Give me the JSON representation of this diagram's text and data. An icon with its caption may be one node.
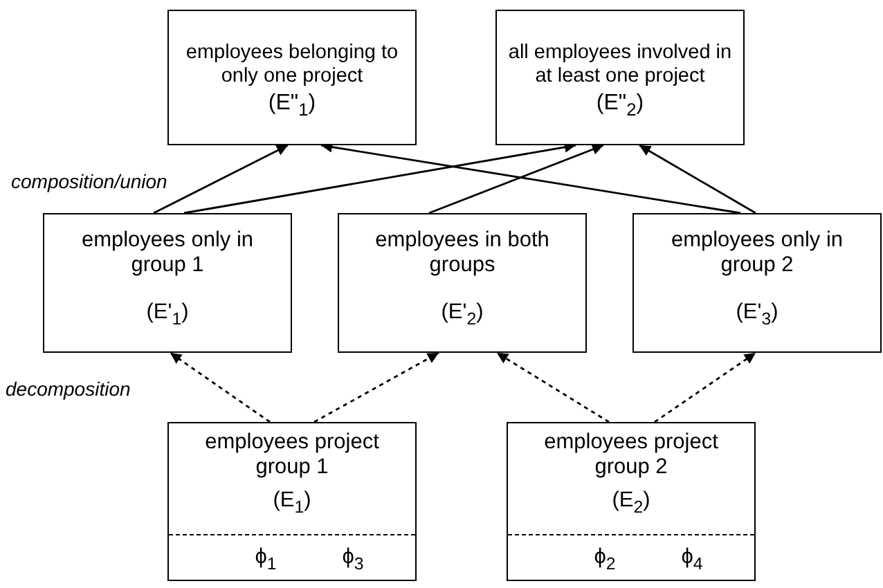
{
  "diagram": {
    "nodes": [
      {
        "text": [
          "employees belonging to only one project",
          "(E\"$_{1}$)"
        ]
      },
      {
        "text": [
          "all employees involved in at least one project",
          "(E\"$_{2}$)"
        ]
      },
      {
        "text": [
          "employees only in group 1",
          "(E'$_{1}$)"
        ]
      },
      {
        "text": [
          "employees in both groups",
          "(E'$_{2}$)"
        ]
      },
      {
        "text": [
          "employees only in group 2",
          "(E'$_{3}$)"
        ]
      },
      {
        "text": [
          "employees project group 1",
          "(E$_{1}$)",
          "ϕ$_{1}$",
          "ϕ$_{3}$"
        ]
      },
      {
        "text": [
          "employees project group 2",
          "(E$_{2}$)",
          "ϕ$_{2}$",
          "ϕ$_{4}$"
        ]
      }
    ],
    "edges": [
      {
        "from": 2,
        "to": 0,
        "arrow": "to"
      },
      {
        "from": 2,
        "to": 1,
        "arrow": "to"
      },
      {
        "from": 3,
        "to": 1,
        "arrow": "to"
      },
      {
        "from": 4,
        "to": 0,
        "arrow": "to"
      },
      {
        "from": 4,
        "to": 1,
        "arrow": "to"
      },
      {
        "from": 5,
        "to": 2,
        "arrow": "to",
        "style": "dashed"
      },
      {
        "from": 5,
        "to": 3,
        "arrow": "to",
        "style": "dashed"
      },
      {
        "from": 6,
        "to": 3,
        "arrow": "to",
        "style": "dashed"
      },
      {
        "from": 6,
        "to": 4,
        "arrow": "to",
        "style": "dashed"
      }
    ],
    "labels": [
      "composition/union",
      "decomposition"
    ]
  }
}
